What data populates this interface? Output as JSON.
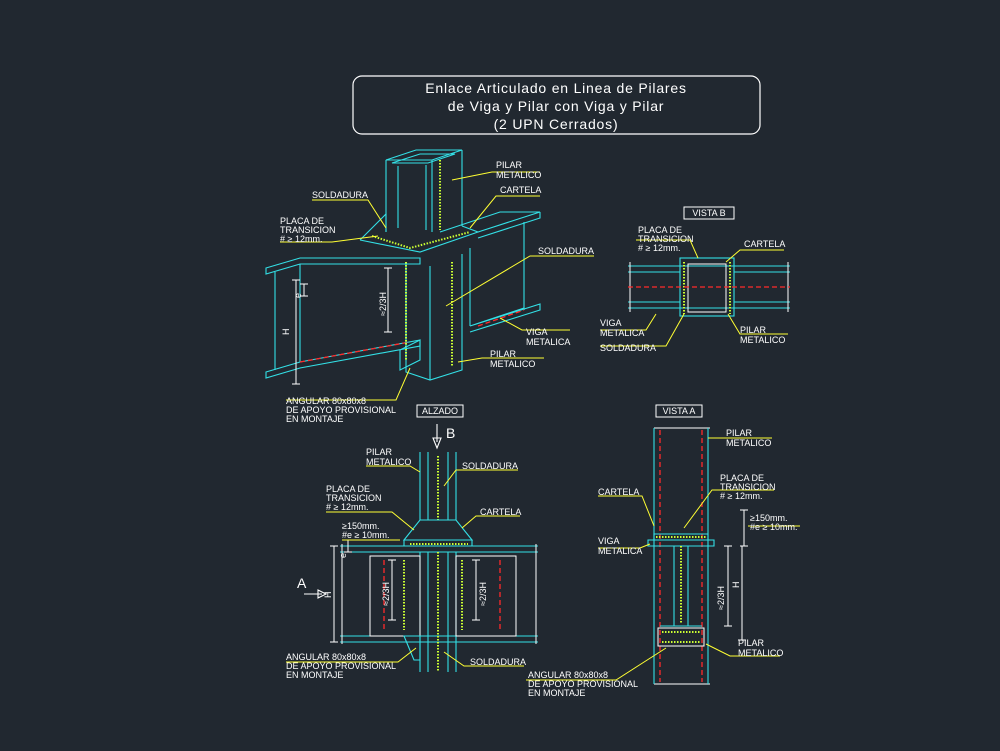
{
  "title": {
    "line1": "Enlace Articulado en Linea de Pilares",
    "line2": "de Viga y Pilar con Viga y Pilar",
    "line3": "(2 UPN Cerrados)"
  },
  "iso": {
    "pilar_metalico_top": [
      "PILAR",
      "METALICO"
    ],
    "soldadura_left": "SOLDADURA",
    "cartela": "CARTELA",
    "placa": [
      "PLACA DE",
      "TRANSICION",
      "# ≥ 12mm."
    ],
    "soldadura_right": "SOLDADURA",
    "e": "e",
    "two_third_h": "≈2/3H",
    "h": "H",
    "viga_metalica": [
      "VIGA",
      "METALICA"
    ],
    "pilar_metalico_bottom": [
      "PILAR",
      "METALICO"
    ],
    "angular": [
      "ANGULAR 80x80x8",
      "DE APOYO PROVISIONAL",
      "EN MONTAJE"
    ]
  },
  "vista_b": {
    "header": "VISTA B",
    "placa": [
      "PLACA DE",
      "TRANSICION",
      "# ≥ 12mm."
    ],
    "cartela": "CARTELA",
    "viga_metalica": [
      "VIGA",
      "METALICA"
    ],
    "soldadura": "SOLDADURA",
    "pilar_metalico": [
      "PILAR",
      "METALICO"
    ]
  },
  "alzado": {
    "header": "ALZADO",
    "arrow_b": "B",
    "arrow_a": "A",
    "pilar_metalico": [
      "PILAR",
      "METALICO"
    ],
    "soldadura_top": "SOLDADURA",
    "placa": [
      "PLACA DE",
      "TRANSICION",
      "# ≥ 12mm."
    ],
    "cartela": "CARTELA",
    "dims": [
      "≥150mm.",
      "#e ≥ 10mm."
    ],
    "e": "e",
    "h": "H",
    "two_third_h_left": "≈2/3H",
    "two_third_h_right": "≈2/3H",
    "angular": [
      "ANGULAR 80x80x8",
      "DE APOYO PROVISIONAL",
      "EN MONTAJE"
    ],
    "soldadura_bottom": "SOLDADURA"
  },
  "vista_a": {
    "header": "VISTA A",
    "pilar_metalico_top": [
      "PILAR",
      "METALICO"
    ],
    "placa": [
      "PLACA DE",
      "TRANSICION",
      "# ≥ 12mm."
    ],
    "cartela": "CARTELA",
    "dims": [
      "≥150mm.",
      "#e ≥ 10mm."
    ],
    "viga_metalica": [
      "VIGA",
      "METALICA"
    ],
    "two_third_h": "≈2/3H",
    "h": "H",
    "pilar_metalico_bottom": [
      "PILAR",
      "METALICO"
    ],
    "angular": [
      "ANGULAR 80x80x8",
      "DE APOYO PROVISIONAL",
      "EN MONTAJE"
    ]
  }
}
